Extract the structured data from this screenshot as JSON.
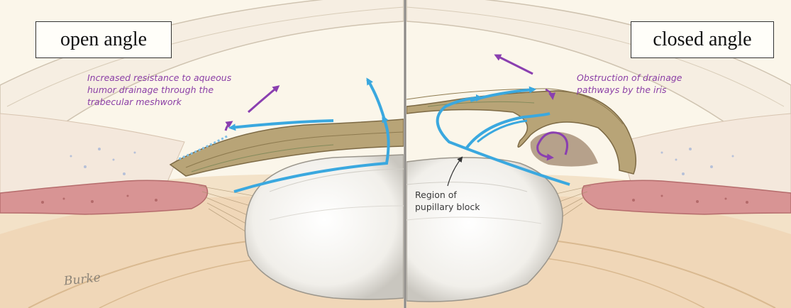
{
  "figure": {
    "left_panel": {
      "label": "open angle",
      "callout": "Increased resistance to aqueous\nhumor drainage through the\ntrabecular meshwork",
      "signature": "Burke"
    },
    "right_panel": {
      "label": "closed angle",
      "callout": "Obstruction of drainage\npathways by the iris",
      "region_label": "Region of\npupillary block"
    },
    "colors": {
      "aqueous_flow": "#3aa8df",
      "resistance_arrow": "#8a3fb0",
      "annotation_text": "#8b3fa6",
      "iris": "#b8a477",
      "lens": "#f4f3ef",
      "ciliary_body": "#d89494"
    },
    "icons": [
      "aqueous-flow-arrow-icon",
      "resistance-arrow-icon",
      "pointer-arrow-icon"
    ]
  }
}
